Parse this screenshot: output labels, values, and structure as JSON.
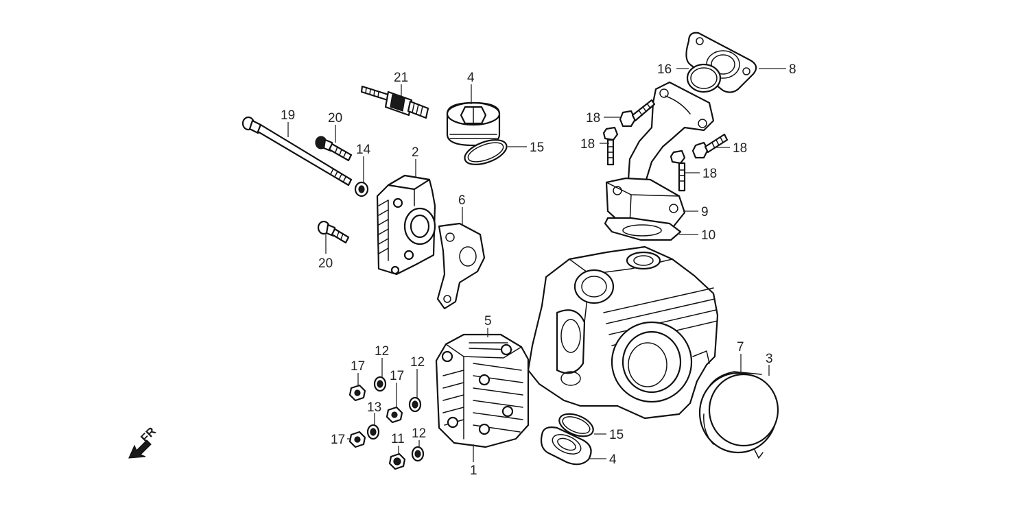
{
  "callouts": {
    "c1": "1",
    "c2": "2",
    "c3": "3",
    "c4a": "4",
    "c4b": "4",
    "c5": "5",
    "c6": "6",
    "c7": "7",
    "c8": "8",
    "c9": "9",
    "c10": "10",
    "c11": "11",
    "c12a": "12",
    "c12b": "12",
    "c12c": "12",
    "c13": "13",
    "c14": "14",
    "c15a": "15",
    "c15b": "15",
    "c16": "16",
    "c17a": "17",
    "c17b": "17",
    "c17c": "17",
    "c18a": "18",
    "c18b": "18",
    "c18c": "18",
    "c18d": "18",
    "c19": "19",
    "c20a": "20",
    "c20b": "20",
    "c21": "21"
  },
  "direction": {
    "label": "FR",
    "icon": "front-arrow-icon"
  },
  "colors": {
    "line": "#111111",
    "background": "#ffffff"
  }
}
